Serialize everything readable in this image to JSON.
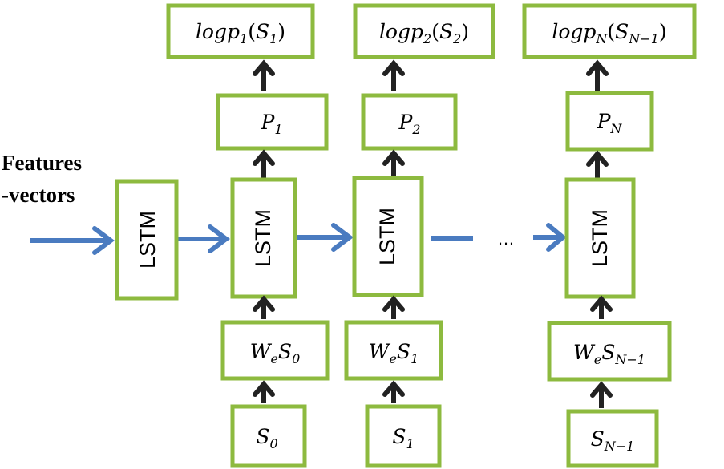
{
  "features_label": [
    "Features",
    "-vectors"
  ],
  "lstm_label": "LSTM",
  "ellipsis": "…",
  "columns": [
    {
      "output": {
        "base": "logp",
        "sub1": "1",
        "arg": "S",
        "sub2": "1"
      },
      "prob": {
        "base": "P",
        "sub": "1"
      },
      "embed": {
        "base1": "W",
        "sub1": "e",
        "base2": "S",
        "sub2": "0"
      },
      "input": {
        "base": "S",
        "sub": "0"
      }
    },
    {
      "output": {
        "base": "logp",
        "sub1": "2",
        "arg": "S",
        "sub2": "2"
      },
      "prob": {
        "base": "P",
        "sub": "2"
      },
      "embed": {
        "base1": "W",
        "sub1": "e",
        "base2": "S",
        "sub2": "1"
      },
      "input": {
        "base": "S",
        "sub": "1"
      }
    },
    {
      "output": {
        "base": "logp",
        "sub1": "N",
        "arg": "S",
        "sub2": "N−1"
      },
      "prob": {
        "base": "P",
        "sub": "N"
      },
      "embed": {
        "base1": "W",
        "sub1": "e",
        "base2": "S",
        "sub2": "N−1"
      },
      "input": {
        "base": "S",
        "sub": "N−1"
      }
    }
  ]
}
